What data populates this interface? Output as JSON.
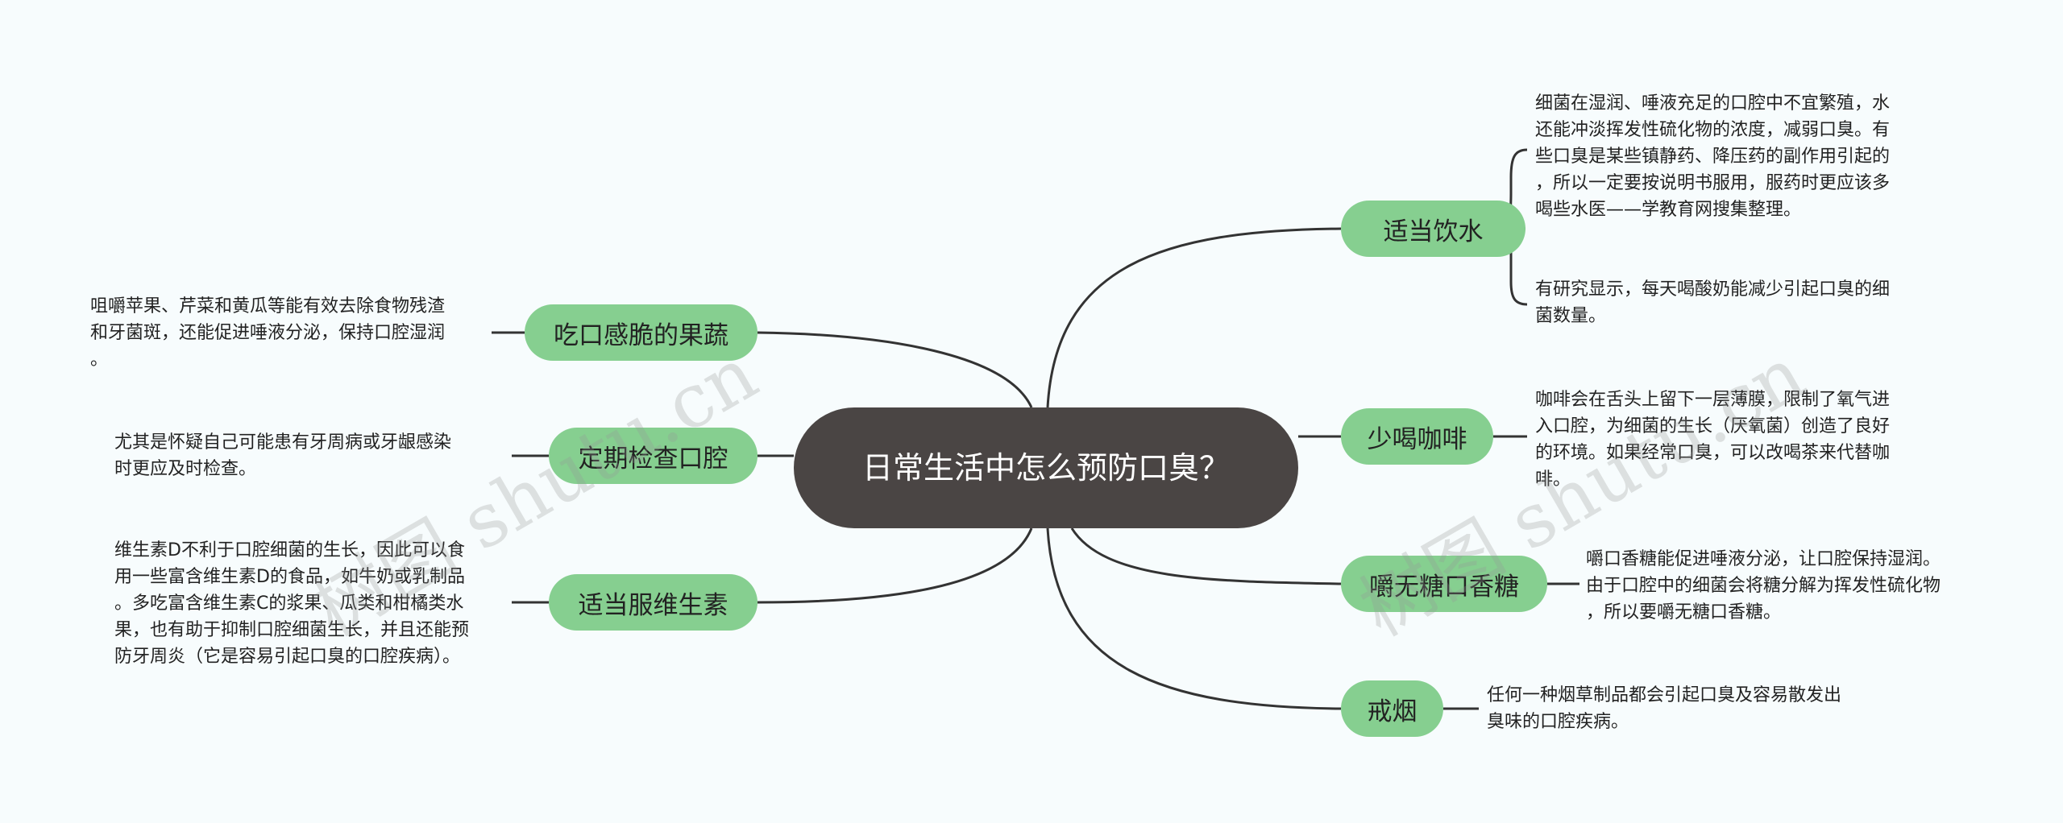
{
  "root": {
    "title": "日常生活中怎么预防口臭？"
  },
  "branches": {
    "water": "适当饮水",
    "coffee": "少喝咖啡",
    "gum": "嚼无糖口香糖",
    "smoke": "戒烟",
    "veg": "吃口感脆的果蔬",
    "check": "定期检查口腔",
    "vitamin": "适当服维生素"
  },
  "notes": {
    "water_1": "细菌在湿润、唾液充足的口腔中不宜繁殖，水\n还能冲淡挥发性硫化物的浓度，减弱口臭。有\n些口臭是某些镇静药、降压药的副作用引起的\n，所以一定要按说明书服用，服药时更应该多\n喝些水医——学教育网搜集整理。",
    "water_2": "有研究显示，每天喝酸奶能减少引起口臭的细\n菌数量。",
    "coffee": "咖啡会在舌头上留下一层薄膜，限制了氧气进\n入口腔，为细菌的生长（厌氧菌）创造了良好\n的环境。如果经常口臭，可以改喝茶来代替咖\n啡。",
    "gum": "嚼口香糖能促进唾液分泌，让口腔保持湿润。\n由于口腔中的细菌会将糖分解为挥发性硫化物\n，所以要嚼无糖口香糖。",
    "smoke": "任何一种烟草制品都会引起口臭及容易散发出\n臭味的口腔疾病。",
    "veg": "咀嚼苹果、芹菜和黄瓜等能有效去除食物残渣\n和牙菌斑，还能促进唾液分泌，保持口腔湿润\n。",
    "check": "尤其是怀疑自己可能患有牙周病或牙龈感染\n时更应及时检查。",
    "vitamin": "维生素D不利于口腔细菌的生长，因此可以食\n用一些富含维生素D的食品，如牛奶或乳制品\n。多吃富含维生素C的浆果、瓜类和柑橘类水\n果，也有助于抑制口腔细菌生长，并且还能预\n防牙周炎（它是容易引起口臭的口腔疾病）。"
  },
  "watermark": {
    "text": "树图 shutu.cn"
  },
  "colors": {
    "root_bg": "#4a4544",
    "branch_bg": "#86cf90",
    "line": "#3a3a3a",
    "background": "#f7fcfd"
  }
}
